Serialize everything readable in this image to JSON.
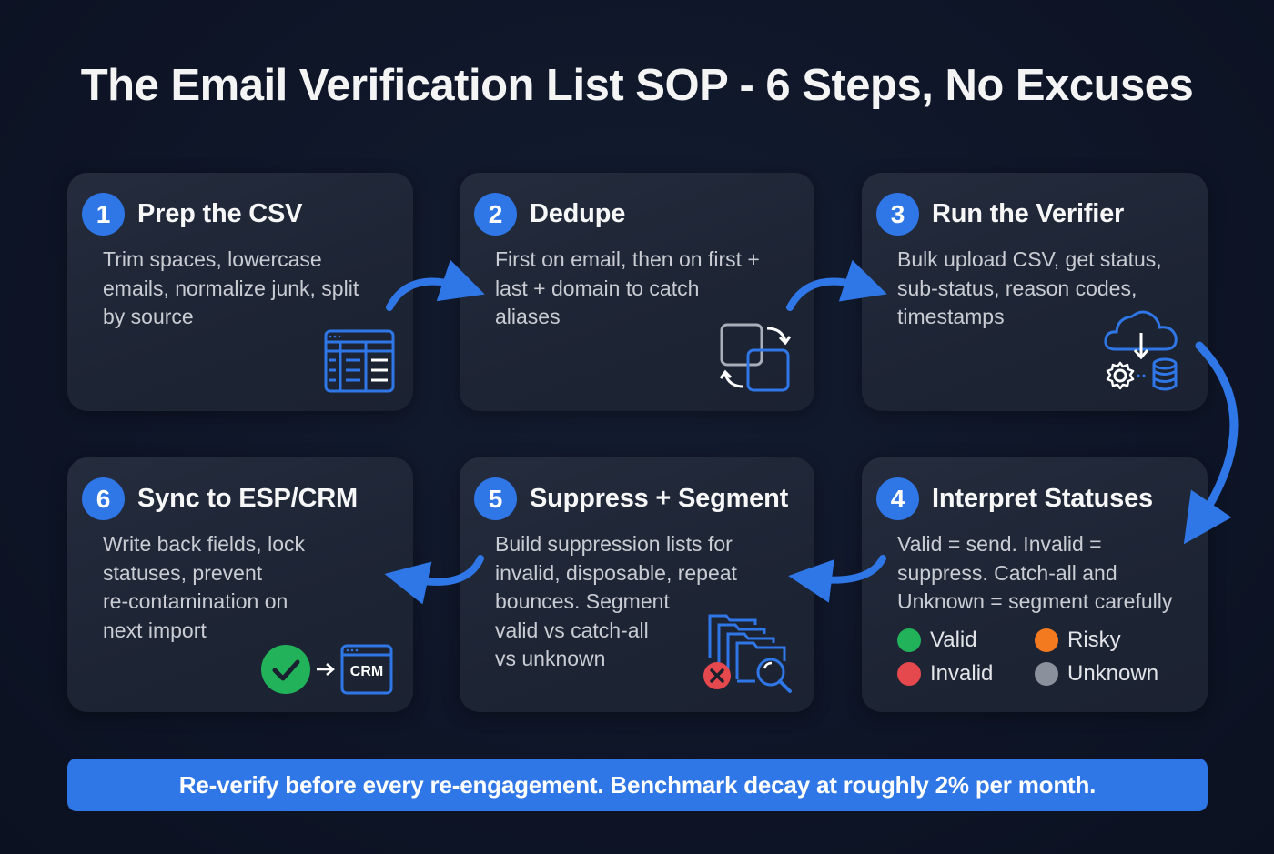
{
  "title": "The Email Verification List SOP - 6 Steps, No Excuses",
  "steps": [
    {
      "number": "1",
      "title": "Prep the CSV",
      "body_lines": [
        "Trim spaces, lowercase",
        "emails, normalize junk, split",
        "by source"
      ],
      "icon": "spreadsheet-icon"
    },
    {
      "number": "2",
      "title": "Dedupe",
      "body_lines": [
        "First on email, then on first +",
        "last + domain to catch",
        "aliases"
      ],
      "icon": "dedupe-merge-icon"
    },
    {
      "number": "3",
      "title": "Run the Verifier",
      "body_lines": [
        "Bulk upload CSV, get status,",
        "sub-status, reason codes,",
        "timestamps"
      ],
      "icon": "cloud-gear-database-icon"
    },
    {
      "number": "4",
      "title": "Interpret Statuses",
      "body_lines": [
        "Valid = send. Invalid =",
        "suppress. Catch-all and",
        "Unknown = segment carefully"
      ],
      "legend": [
        {
          "label": "Valid",
          "color": "#22b35a"
        },
        {
          "label": "Risky",
          "color": "#f47a1f"
        },
        {
          "label": "Invalid",
          "color": "#e5484d"
        },
        {
          "label": "Unknown",
          "color": "#8a919c"
        }
      ]
    },
    {
      "number": "5",
      "title": "Suppress + Segment",
      "body_lines": [
        "Build suppression lists for",
        "invalid, disposable, repeat",
        "bounces. Segment",
        "valid vs catch-all",
        "vs unknown"
      ],
      "icon": "folders-search-reject-icon"
    },
    {
      "number": "6",
      "title": "Sync to ESP/CRM",
      "body_lines": [
        "Write back fields, lock",
        "statuses, prevent",
        "re-contamination on",
        "next import"
      ],
      "icon": "check-to-crm-icon",
      "icon_label": "CRM"
    }
  ],
  "banner": {
    "text": "Re-verify before every re-engagement. Benchmark decay at roughly 2% per month."
  },
  "colors": {
    "background": "#0e1527",
    "card": "#1f2637",
    "accent": "#2f76e6",
    "valid": "#22b35a",
    "risky": "#f47a1f",
    "invalid": "#e5484d",
    "unknown": "#8a919c"
  }
}
